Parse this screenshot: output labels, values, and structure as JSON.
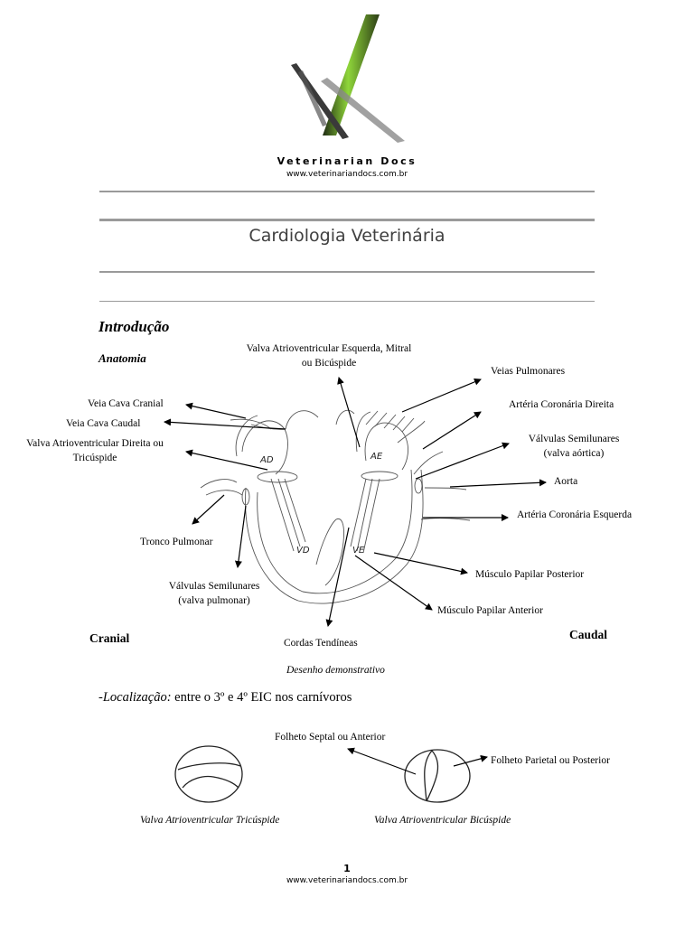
{
  "header": {
    "brand": "Veterinarian Docs",
    "url": "www.veterinariandocs.com.br"
  },
  "document": {
    "title": "Cardiologia Veterinária",
    "section_intro": "Introdução",
    "subsection_anatomy": "Anatomia"
  },
  "heart_diagram": {
    "labels": {
      "mitral_1": "Valva Atrioventricular Esquerda, Mitral",
      "mitral_2": "ou Bicúspide",
      "veias_pulmonares": "Veias Pulmonares",
      "veia_cava_cranial": "Veia Cava Cranial",
      "arteria_coronaria_direita": "Artéria Coronária Direita",
      "veia_cava_caudal": "Veia Cava Caudal",
      "valvulas_aorticas_1": "Válvulas Semilunares",
      "valvulas_aorticas_2": "(valva aórtica)",
      "tricuspide_1": "Valva Atrioventricular Direita ou",
      "tricuspide_2": "Tricúspide",
      "aorta": "Aorta",
      "arteria_coronaria_esquerda": "Artéria Coronária Esquerda",
      "tronco_pulmonar": "Tronco Pulmonar",
      "musculo_papilar_posterior": "Músculo Papilar Posterior",
      "valvulas_pulmonares_1": "Válvulas Semilunares",
      "valvulas_pulmonares_2": "(valva pulmonar)",
      "musculo_papilar_anterior": "Músculo Papilar Anterior",
      "cranial": "Cranial",
      "caudal": "Caudal",
      "cordas_tendineas": "Cordas Tendíneas",
      "caption": "Desenho demonstrativo"
    },
    "chamber_marks": {
      "ad": "AD",
      "ae": "AE",
      "vd": "VD",
      "ve": "VE"
    }
  },
  "location": {
    "label": "-Localização:",
    "text": " entre o 3º e 4º EIC nos carnívoros"
  },
  "valves_diagram": {
    "folheto_septal": "Folheto Septal ou Anterior",
    "folheto_parietal": "Folheto Parietal ou Posterior",
    "tricuspide_caption": "Valva Atrioventricular Tricúspide",
    "bicuspide_caption": "Valva Atrioventricular Bicúspide"
  },
  "footer": {
    "page_number": "1",
    "url": "www.veterinariandocs.com.br"
  },
  "colors": {
    "logo_green": "#8fd63a",
    "rule_gray": "#9a9a9a",
    "title_gray": "#404040"
  }
}
